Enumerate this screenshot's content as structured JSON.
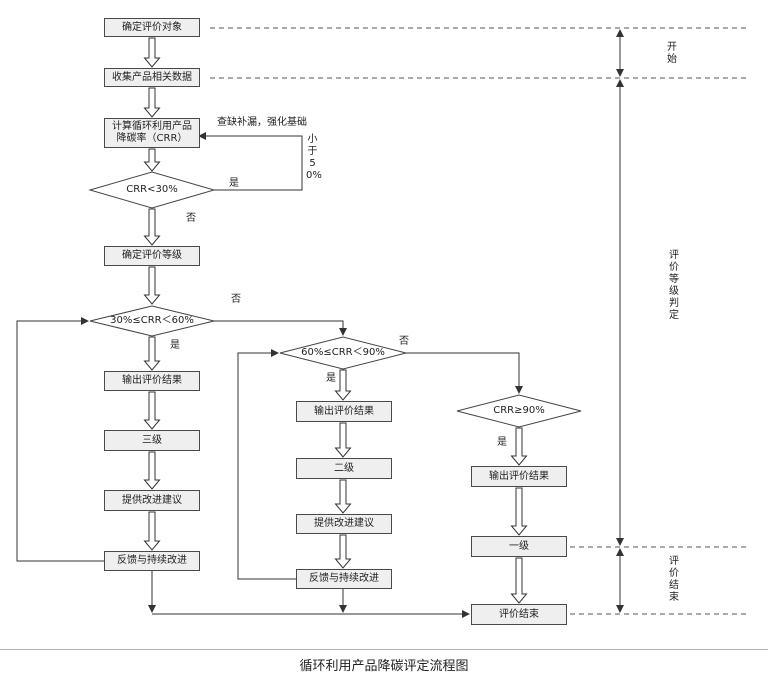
{
  "nodes": {
    "determine_object": "确定评价对象",
    "collect_data": "收集产品相关数据",
    "calc_crr_line1": "计算循环利用产品",
    "calc_crr_line2": "降碳率（CRR）",
    "decision_crr_lt30": "CRR<30%",
    "determine_grade": "确定评价等级",
    "decision_30_60": "30%≤CRR＜60%",
    "output_result_1": "输出评价结果",
    "level_3": "三级",
    "advice_1": "提供改进建议",
    "feedback_1": "反馈与持续改进",
    "decision_60_90": "60%≤CRR＜90%",
    "output_result_2": "输出评价结果",
    "level_2": "二级",
    "advice_2": "提供改进建议",
    "feedback_2": "反馈与持续改进",
    "decision_ge90": "CRR≥90%",
    "output_result_3": "输出评价结果",
    "level_1": "一级",
    "evaluation_end": "评价结束"
  },
  "labels": {
    "fill_gaps": "查缺补漏，强化基础",
    "less_than_50": "小于50%",
    "yes_1": "是",
    "no_1": "否",
    "no_2": "否",
    "yes_2": "是",
    "no_3": "否",
    "yes_3": "是",
    "yes_4": "是"
  },
  "phases": {
    "start": "开始",
    "judgement": "评价等级判定",
    "end": "评价结束"
  },
  "caption": "循环利用产品降碳评定流程图",
  "colors": {
    "line": "#333333",
    "box_fill": "#efefef",
    "dashed": "#555555"
  }
}
